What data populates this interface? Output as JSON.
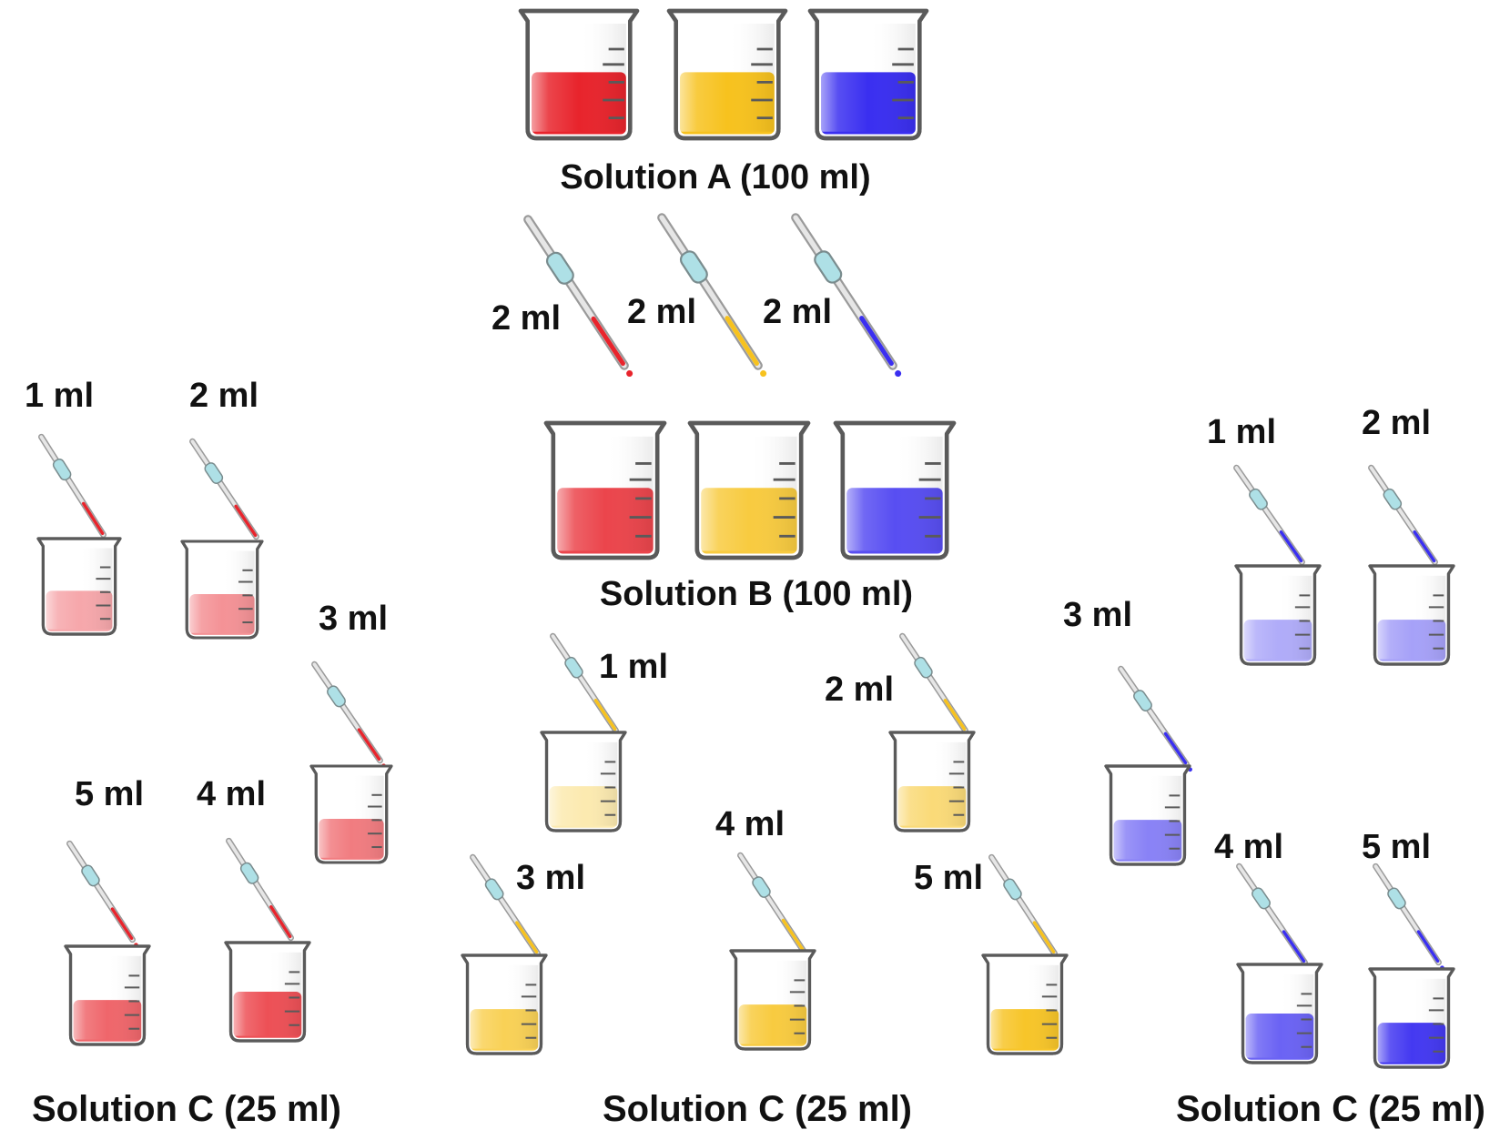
{
  "colors": {
    "red": "#e8242c",
    "yellow": "#f7c21e",
    "blue": "#3a2ff0",
    "glass_outline": "#5a5a5a",
    "pipette_glass": "#aee0e6",
    "pipette_body": "#9a9a9a"
  },
  "solution_a": {
    "label": "Solution A (100 ml)",
    "beakers": [
      {
        "color": "red",
        "fill_fraction": 0.52
      },
      {
        "color": "yellow",
        "fill_fraction": 0.52
      },
      {
        "color": "blue",
        "fill_fraction": 0.52
      }
    ]
  },
  "transfers_a_to_b": [
    {
      "label": "2 ml",
      "color": "red"
    },
    {
      "label": "2 ml",
      "color": "yellow"
    },
    {
      "label": "2 ml",
      "color": "blue"
    }
  ],
  "solution_b": {
    "label": "Solution B (100 ml)",
    "beakers": [
      {
        "color": "red",
        "fill_fraction": 0.52,
        "tint": 0.85
      },
      {
        "color": "yellow",
        "fill_fraction": 0.52,
        "tint": 0.85
      },
      {
        "color": "blue",
        "fill_fraction": 0.52,
        "tint": 0.85
      }
    ]
  },
  "solution_c_groups": [
    {
      "label": "Solution C (25 ml)",
      "color": "red",
      "dilutions": [
        {
          "label": "1 ml",
          "tint": 0.4,
          "fill_fraction": 0.45
        },
        {
          "label": "2 ml",
          "tint": 0.5,
          "fill_fraction": 0.45
        },
        {
          "label": "3 ml",
          "tint": 0.6,
          "fill_fraction": 0.45
        },
        {
          "label": "4 ml",
          "tint": 0.8,
          "fill_fraction": 0.5
        },
        {
          "label": "5 ml",
          "tint": 0.7,
          "fill_fraction": 0.45
        }
      ]
    },
    {
      "label": "Solution C (25 ml)",
      "color": "yellow",
      "dilutions": [
        {
          "label": "1 ml",
          "tint": 0.35,
          "fill_fraction": 0.45
        },
        {
          "label": "2 ml",
          "tint": 0.6,
          "fill_fraction": 0.45
        },
        {
          "label": "3 ml",
          "tint": 0.75,
          "fill_fraction": 0.45
        },
        {
          "label": "4 ml",
          "tint": 0.85,
          "fill_fraction": 0.45
        },
        {
          "label": "5 ml",
          "tint": 0.95,
          "fill_fraction": 0.45
        }
      ]
    },
    {
      "label": "Solution C (25 ml)",
      "color": "blue",
      "dilutions": [
        {
          "label": "1 ml",
          "tint": 0.4,
          "fill_fraction": 0.45
        },
        {
          "label": "2 ml",
          "tint": 0.45,
          "fill_fraction": 0.45
        },
        {
          "label": "3 ml",
          "tint": 0.6,
          "fill_fraction": 0.45
        },
        {
          "label": "4 ml",
          "tint": 0.75,
          "fill_fraction": 0.5
        },
        {
          "label": "5 ml",
          "tint": 0.95,
          "fill_fraction": 0.45
        }
      ]
    }
  ]
}
